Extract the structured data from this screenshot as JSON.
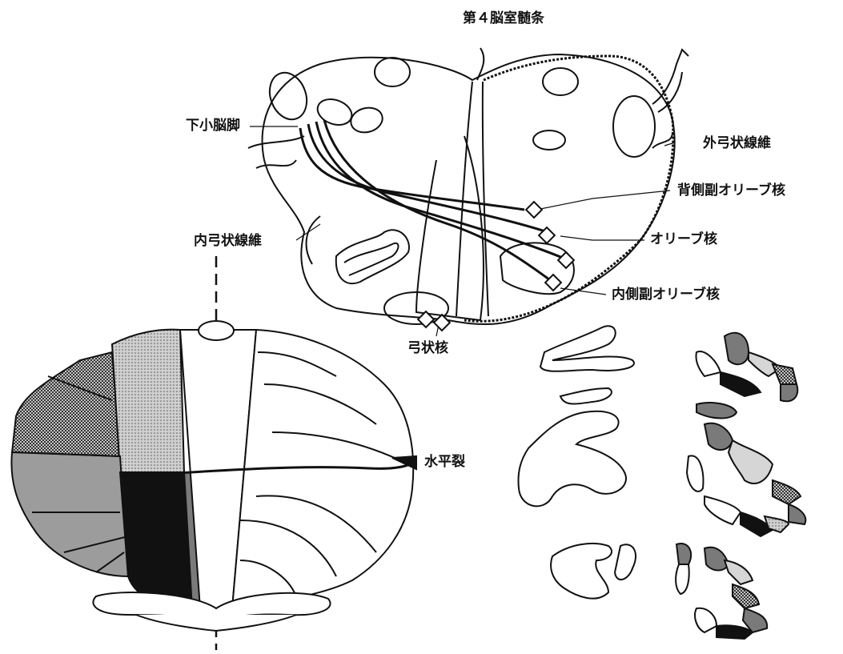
{
  "labels": {
    "fourth_ventricle_striae": "第４脳室髄条",
    "inferior_cerebellar_peduncle": "下小脳脚",
    "external_arcuate_fibers": "外弓状線維",
    "dorsal_accessory_olive": "背側副オリーブ核",
    "olivary_nucleus": "オリーブ核",
    "internal_arcuate_fibers": "内弓状線維",
    "medial_accessory_olive": "内側副オリーブ核",
    "arcuate_nucleus": "弓状核",
    "horizontal_fissure": "水平裂"
  },
  "colors": {
    "ink": "#111111",
    "fill_black": "#111111",
    "fill_dark_gray": "#7a7a7a",
    "fill_mid_gray": "#9c9c9c",
    "fill_light_gray": "#d6d6d6",
    "fill_crosshatch": "#555555"
  }
}
